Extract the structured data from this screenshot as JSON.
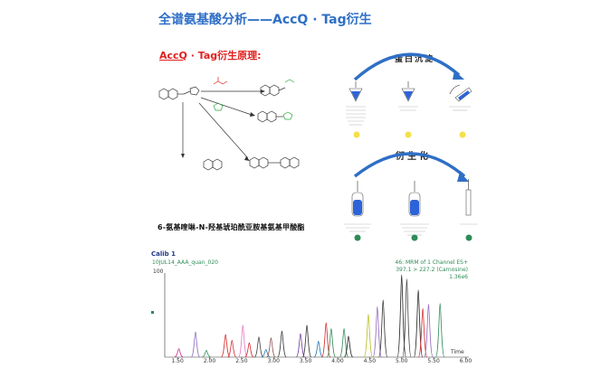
{
  "title": "全谱氨基酸分析——AccQ · Tag衍生",
  "principle": {
    "underlined": "AccQ",
    "rest": " · Tag衍生原理:"
  },
  "caption": "6-氨基喹啉-N-羟基琥珀酰亚胺基氨基甲酸酯",
  "sections": {
    "precipitation": "蛋白沉淀",
    "derivatization": "衍生化"
  },
  "colors": {
    "title": "#2f6fc6",
    "principle": "#e02020",
    "arrow": "#2f6fc6",
    "liquid": "#2d63d8",
    "badge": "#f5e04a",
    "badge_green": "#2e8b57"
  },
  "chromatogram": {
    "calib": "Calib 1",
    "sample": "10JUL14_AAA_quan_020",
    "mrm_line1": "46: MRM of 1 Channel ES+",
    "mrm_line2": "397.1 > 227.2 (Carnosine)",
    "mrm_line3": "1.36e6",
    "ylabel": "100",
    "xlabel": "Time"
  },
  "chart_data": {
    "type": "line",
    "xlabel": "Time",
    "ylabel": "",
    "xlim": [
      1.3,
      6.05
    ],
    "ylim": [
      0,
      100
    ],
    "xticks": [
      "1.50",
      "2.00",
      "2.50",
      "3.00",
      "3.50",
      "4.00",
      "4.50",
      "5.00",
      "5.50",
      "6.00"
    ],
    "tick_values": [
      1.5,
      2.0,
      2.5,
      3.0,
      3.5,
      4.0,
      4.5,
      5.0,
      5.5,
      6.0
    ],
    "peaks": [
      {
        "t": 1.52,
        "h": 10,
        "c": "#cc3399"
      },
      {
        "t": 1.78,
        "h": 30,
        "c": "#8c6bbd"
      },
      {
        "t": 1.95,
        "h": 8,
        "c": "#2e8b57"
      },
      {
        "t": 2.25,
        "h": 27,
        "c": "#d62728"
      },
      {
        "t": 2.35,
        "h": 20,
        "c": "#d62728"
      },
      {
        "t": 2.52,
        "h": 38,
        "c": "#e377c2"
      },
      {
        "t": 2.62,
        "h": 17,
        "c": "#d62728"
      },
      {
        "t": 2.77,
        "h": 24,
        "c": "#444444"
      },
      {
        "t": 2.88,
        "h": 9,
        "c": "#1f77b4"
      },
      {
        "t": 2.96,
        "h": 23,
        "c": "#8c564b"
      },
      {
        "t": 3.13,
        "h": 31,
        "c": "#333333"
      },
      {
        "t": 3.42,
        "h": 28,
        "c": "#6b3fa0"
      },
      {
        "t": 3.52,
        "h": 38,
        "c": "#333333"
      },
      {
        "t": 3.7,
        "h": 19,
        "c": "#1f77b4"
      },
      {
        "t": 3.82,
        "h": 41,
        "c": "#d62728"
      },
      {
        "t": 3.9,
        "h": 34,
        "c": "#2e8b57"
      },
      {
        "t": 4.1,
        "h": 34,
        "c": "#2e8b57"
      },
      {
        "t": 4.17,
        "h": 25,
        "c": "#222222"
      },
      {
        "t": 4.48,
        "h": 51,
        "c": "#bcbd22"
      },
      {
        "t": 4.62,
        "h": 60,
        "c": "#9467bd"
      },
      {
        "t": 4.71,
        "h": 68,
        "c": "#333333"
      },
      {
        "t": 5.0,
        "h": 98,
        "c": "#222222"
      },
      {
        "t": 5.08,
        "h": 93,
        "c": "#444444"
      },
      {
        "t": 5.26,
        "h": 80,
        "c": "#222222"
      },
      {
        "t": 5.33,
        "h": 58,
        "c": "#d62728"
      },
      {
        "t": 5.42,
        "h": 63,
        "c": "#9467bd"
      },
      {
        "t": 5.6,
        "h": 64,
        "c": "#2e8b57"
      }
    ]
  }
}
